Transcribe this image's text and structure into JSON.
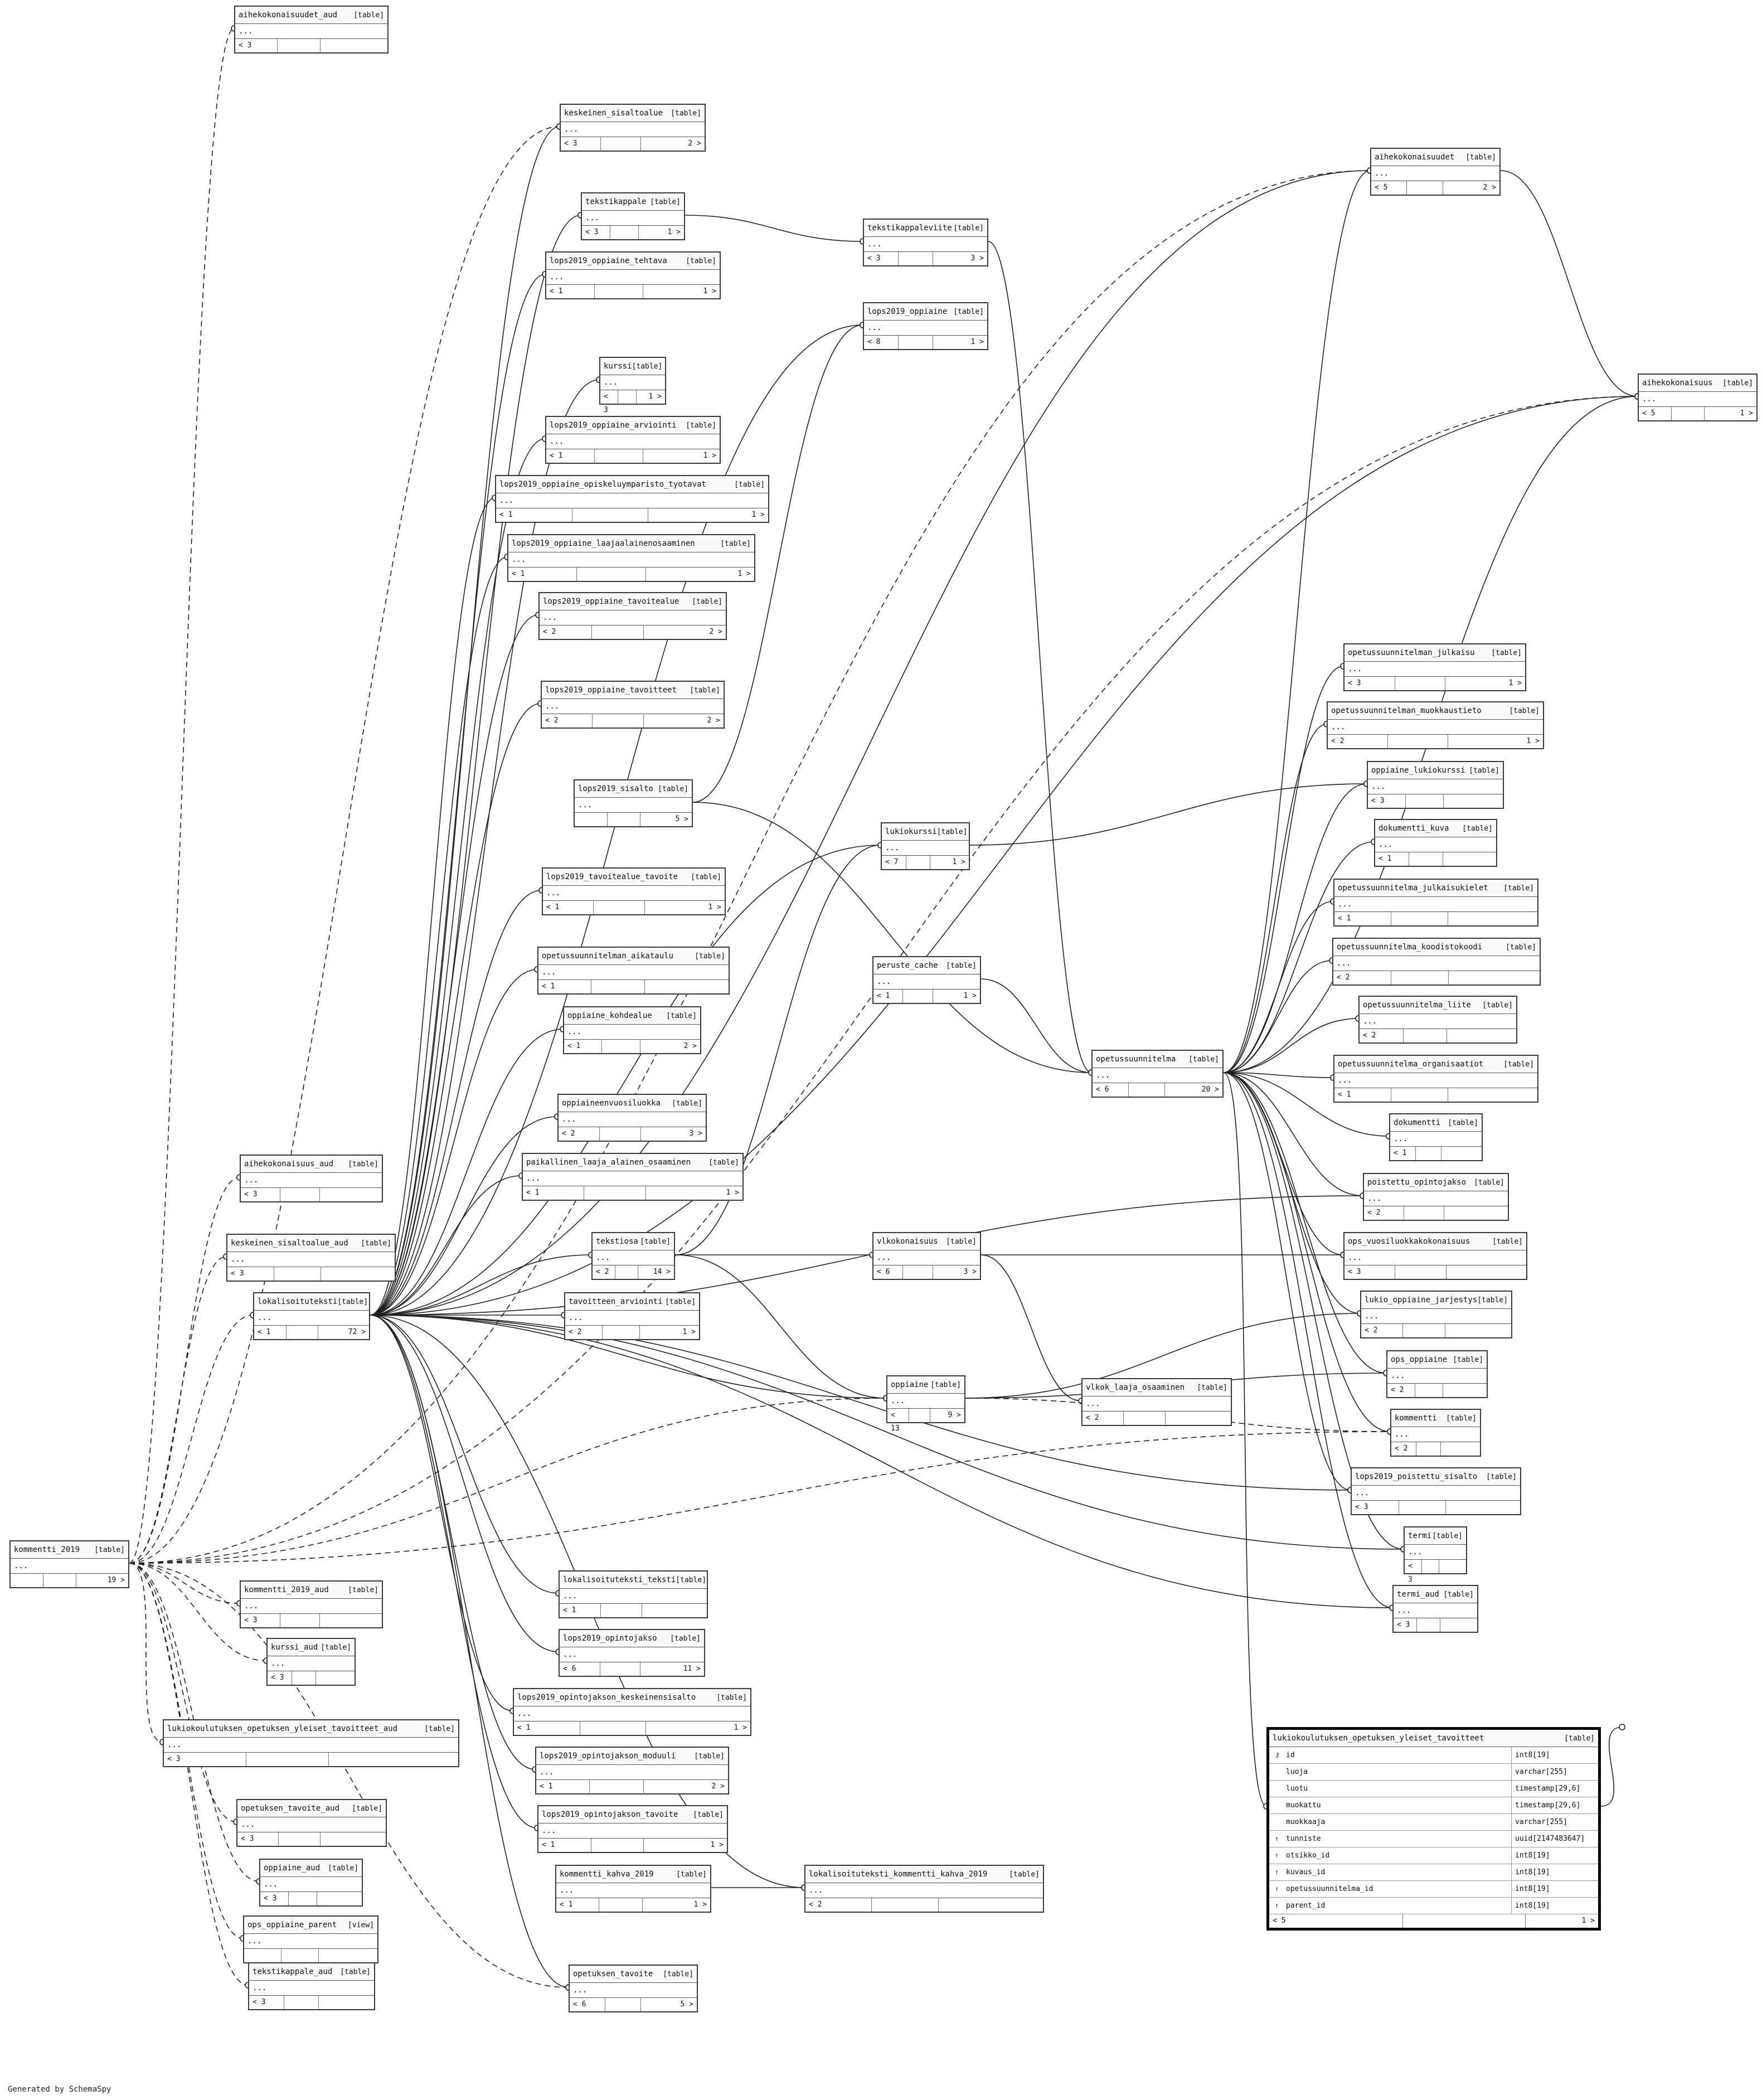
{
  "footer": "Generated by SchemaSpy",
  "focus_table": {
    "name": "lukiokoulutuksen_opetuksen_yleiset_tavoitteet",
    "kind": "[table]",
    "columns": [
      {
        "name": "id",
        "type": "int8[19]",
        "key": "pk"
      },
      {
        "name": "luoja",
        "type": "varchar[255]",
        "key": ""
      },
      {
        "name": "luotu",
        "type": "timestamp[29,6]",
        "key": ""
      },
      {
        "name": "muokattu",
        "type": "timestamp[29,6]",
        "key": ""
      },
      {
        "name": "muokkaaja",
        "type": "varchar[255]",
        "key": ""
      },
      {
        "name": "tunniste",
        "type": "uuid[2147483647]",
        "key": "fk"
      },
      {
        "name": "otsikko_id",
        "type": "int8[19]",
        "key": "fk"
      },
      {
        "name": "kuvaus_id",
        "type": "int8[19]",
        "key": "fk"
      },
      {
        "name": "opetussuunnitelma_id",
        "type": "int8[19]",
        "key": "fk"
      },
      {
        "name": "parent_id",
        "type": "int8[19]",
        "key": "fk"
      }
    ],
    "parents": "< 5",
    "children": "1 >"
  },
  "tables": [
    {
      "id": "t1",
      "name": "aihekokonaisuudet_aud",
      "kind": "[table]",
      "body": "...",
      "parents": "< 3",
      "children": ""
    },
    {
      "id": "t2",
      "name": "keskeinen_sisaltoalue",
      "kind": "[table]",
      "body": "...",
      "parents": "< 3",
      "children": "2 >"
    },
    {
      "id": "t3",
      "name": "tekstikappale",
      "kind": "[table]",
      "body": "...",
      "parents": "< 3",
      "children": "1 >"
    },
    {
      "id": "t4",
      "name": "tekstikappaleviite",
      "kind": "[table]",
      "body": "...",
      "parents": "< 3",
      "children": "3 >"
    },
    {
      "id": "t5",
      "name": "lops2019_oppiaine_tehtava",
      "kind": "[table]",
      "body": "...",
      "parents": "< 1",
      "children": "1 >"
    },
    {
      "id": "t6",
      "name": "lops2019_oppiaine",
      "kind": "[table]",
      "body": "...",
      "parents": "< 8",
      "children": "1 >"
    },
    {
      "id": "t7",
      "name": "kurssi",
      "kind": "[table]",
      "body": "...",
      "parents": "< 3",
      "children": "1 >"
    },
    {
      "id": "t8",
      "name": "lops2019_oppiaine_arviointi",
      "kind": "[table]",
      "body": "...",
      "parents": "< 1",
      "children": "1 >"
    },
    {
      "id": "t9",
      "name": "lops2019_oppiaine_opiskeluymparisto_tyotavat",
      "kind": "[table]",
      "body": "...",
      "parents": "< 1",
      "children": "1 >"
    },
    {
      "id": "t10",
      "name": "lops2019_oppiaine_laajaalainenosaaminen",
      "kind": "[table]",
      "body": "...",
      "parents": "< 1",
      "children": "1 >"
    },
    {
      "id": "t11",
      "name": "lops2019_oppiaine_tavoitealue",
      "kind": "[table]",
      "body": "...",
      "parents": "< 2",
      "children": "2 >"
    },
    {
      "id": "t12",
      "name": "lops2019_oppiaine_tavoitteet",
      "kind": "[table]",
      "body": "...",
      "parents": "< 2",
      "children": "2 >"
    },
    {
      "id": "t13",
      "name": "lops2019_sisalto",
      "kind": "[table]",
      "body": "...",
      "parents": "",
      "children": "5 >"
    },
    {
      "id": "t14",
      "name": "lukiokurssi",
      "kind": "[table]",
      "body": "...",
      "parents": "< 7",
      "children": "1 >"
    },
    {
      "id": "t15",
      "name": "lops2019_tavoitealue_tavoite",
      "kind": "[table]",
      "body": "...",
      "parents": "< 1",
      "children": "1 >"
    },
    {
      "id": "t16",
      "name": "opetussuunnitelman_aikataulu",
      "kind": "[table]",
      "body": "...",
      "parents": "< 1",
      "children": ""
    },
    {
      "id": "t17",
      "name": "peruste_cache",
      "kind": "[table]",
      "body": "...",
      "parents": "< 1",
      "children": "1 >"
    },
    {
      "id": "t18",
      "name": "oppiaine_kohdealue",
      "kind": "[table]",
      "body": "...",
      "parents": "< 1",
      "children": "2 >"
    },
    {
      "id": "t19",
      "name": "opetussuunnitelma",
      "kind": "[table]",
      "body": "...",
      "parents": "< 6",
      "children": "20 >"
    },
    {
      "id": "t20",
      "name": "oppiaineenvuosiluokka",
      "kind": "[table]",
      "body": "...",
      "parents": "< 2",
      "children": "3 >"
    },
    {
      "id": "t21",
      "name": "paikallinen_laaja_alainen_osaaminen",
      "kind": "[table]",
      "body": "...",
      "parents": "< 1",
      "children": "1 >"
    },
    {
      "id": "t22",
      "name": "aihekokonaisuus_aud",
      "kind": "[table]",
      "body": "...",
      "parents": "< 3",
      "children": ""
    },
    {
      "id": "t23",
      "name": "keskeinen_sisaltoalue_aud",
      "kind": "[table]",
      "body": "...",
      "parents": "< 3",
      "children": ""
    },
    {
      "id": "t24",
      "name": "tekstiosa",
      "kind": "[table]",
      "body": "...",
      "parents": "< 2",
      "children": "14 >"
    },
    {
      "id": "t25",
      "name": "vlkokonaisuus",
      "kind": "[table]",
      "body": "...",
      "parents": "< 6",
      "children": "3 >"
    },
    {
      "id": "t26",
      "name": "lokalisoituteksti",
      "kind": "[table]",
      "body": "...",
      "parents": "< 1",
      "children": "72 >"
    },
    {
      "id": "t27",
      "name": "tavoitteen_arviointi",
      "kind": "[table]",
      "body": "...",
      "parents": "< 2",
      "children": "1 >"
    },
    {
      "id": "t28",
      "name": "oppiaine",
      "kind": "[table]",
      "body": "...",
      "parents": "< 13",
      "children": "9 >"
    },
    {
      "id": "t29",
      "name": "vlkok_laaja_osaaminen",
      "kind": "[table]",
      "body": "...",
      "parents": "< 2",
      "children": ""
    },
    {
      "id": "t30",
      "name": "kommentti_2019",
      "kind": "[table]",
      "body": "...",
      "parents": "",
      "children": "19 >"
    },
    {
      "id": "t31",
      "name": "kommentti_2019_aud",
      "kind": "[table]",
      "body": "...",
      "parents": "< 3",
      "children": ""
    },
    {
      "id": "t32",
      "name": "kurssi_aud",
      "kind": "[table]",
      "body": "...",
      "parents": "< 3",
      "children": ""
    },
    {
      "id": "t33",
      "name": "lukiokoulutuksen_opetuksen_yleiset_tavoitteet_aud",
      "kind": "[table]",
      "body": "...",
      "parents": "< 3",
      "children": ""
    },
    {
      "id": "t34",
      "name": "opetuksen_tavoite_aud",
      "kind": "[table]",
      "body": "...",
      "parents": "< 3",
      "children": ""
    },
    {
      "id": "t35",
      "name": "oppiaine_aud",
      "kind": "[table]",
      "body": "...",
      "parents": "< 3",
      "children": ""
    },
    {
      "id": "t36",
      "name": "ops_oppiaine_parent",
      "kind": "[view]",
      "body": "...",
      "parents": "",
      "children": ""
    },
    {
      "id": "t37",
      "name": "tekstikappale_aud",
      "kind": "[table]",
      "body": "...",
      "parents": "< 3",
      "children": ""
    },
    {
      "id": "t38",
      "name": "lokalisoituteksti_teksti",
      "kind": "[table]",
      "body": "...",
      "parents": "< 1",
      "children": ""
    },
    {
      "id": "t39",
      "name": "lops2019_opintojakso",
      "kind": "[table]",
      "body": "...",
      "parents": "< 6",
      "children": "11 >"
    },
    {
      "id": "t40",
      "name": "lops2019_opintojakson_keskeinensisalto",
      "kind": "[table]",
      "body": "...",
      "parents": "< 1",
      "children": "1 >"
    },
    {
      "id": "t41",
      "name": "lops2019_opintojakson_moduuli",
      "kind": "[table]",
      "body": "...",
      "parents": "< 1",
      "children": "2 >"
    },
    {
      "id": "t42",
      "name": "lops2019_opintojakson_tavoite",
      "kind": "[table]",
      "body": "...",
      "parents": "< 1",
      "children": "1 >"
    },
    {
      "id": "t43",
      "name": "kommentti_kahva_2019",
      "kind": "[table]",
      "body": "...",
      "parents": "< 1",
      "children": "1 >"
    },
    {
      "id": "t44",
      "name": "lokalisoituteksti_kommentti_kahva_2019",
      "kind": "[table]",
      "body": "...",
      "parents": "< 2",
      "children": ""
    },
    {
      "id": "t45",
      "name": "opetuksen_tavoite",
      "kind": "[table]",
      "body": "...",
      "parents": "< 6",
      "children": "5 >"
    },
    {
      "id": "t46",
      "name": "aihekokonaisuudet",
      "kind": "[table]",
      "body": "...",
      "parents": "< 5",
      "children": "2 >"
    },
    {
      "id": "t47",
      "name": "aihekokonaisuus",
      "kind": "[table]",
      "body": "...",
      "parents": "< 5",
      "children": "1 >"
    },
    {
      "id": "t48",
      "name": "opetussuunnitelman_julkaisu",
      "kind": "[table]",
      "body": "...",
      "parents": "< 3",
      "children": "1 >"
    },
    {
      "id": "t49",
      "name": "opetussuunnitelman_muokkaustieto",
      "kind": "[table]",
      "body": "...",
      "parents": "< 2",
      "children": "1 >"
    },
    {
      "id": "t50",
      "name": "oppiaine_lukiokurssi",
      "kind": "[table]",
      "body": "...",
      "parents": "< 3",
      "children": ""
    },
    {
      "id": "t51",
      "name": "dokumentti_kuva",
      "kind": "[table]",
      "body": "...",
      "parents": "< 1",
      "children": ""
    },
    {
      "id": "t52",
      "name": "opetussuunnitelma_julkaisukielet",
      "kind": "[table]",
      "body": "...",
      "parents": "< 1",
      "children": ""
    },
    {
      "id": "t53",
      "name": "opetussuunnitelma_koodistokoodi",
      "kind": "[table]",
      "body": "...",
      "parents": "< 2",
      "children": ""
    },
    {
      "id": "t54",
      "name": "opetussuunnitelma_liite",
      "kind": "[table]",
      "body": "...",
      "parents": "< 2",
      "children": ""
    },
    {
      "id": "t55",
      "name": "opetussuunnitelma_organisaatiot",
      "kind": "[table]",
      "body": "...",
      "parents": "< 1",
      "children": ""
    },
    {
      "id": "t56",
      "name": "dokumentti",
      "kind": "[table]",
      "body": "...",
      "parents": "< 1",
      "children": ""
    },
    {
      "id": "t57",
      "name": "poistettu_opintojakso",
      "kind": "[table]",
      "body": "...",
      "parents": "< 2",
      "children": ""
    },
    {
      "id": "t58",
      "name": "ops_vuosiluokkakokonaisuus",
      "kind": "[table]",
      "body": "...",
      "parents": "< 3",
      "children": ""
    },
    {
      "id": "t59",
      "name": "lukio_oppiaine_jarjestys",
      "kind": "[table]",
      "body": "...",
      "parents": "< 2",
      "children": ""
    },
    {
      "id": "t60",
      "name": "ops_oppiaine",
      "kind": "[table]",
      "body": "...",
      "parents": "< 2",
      "children": ""
    },
    {
      "id": "t61",
      "name": "kommentti",
      "kind": "[table]",
      "body": "...",
      "parents": "< 2",
      "children": ""
    },
    {
      "id": "t62",
      "name": "lops2019_poistettu_sisalto",
      "kind": "[table]",
      "body": "...",
      "parents": "< 3",
      "children": ""
    },
    {
      "id": "t63",
      "name": "termi",
      "kind": "[table]",
      "body": "...",
      "parents": "< 3",
      "children": ""
    },
    {
      "id": "t64",
      "name": "termi_aud",
      "kind": "[table]",
      "body": "...",
      "parents": "< 3",
      "children": ""
    }
  ]
}
